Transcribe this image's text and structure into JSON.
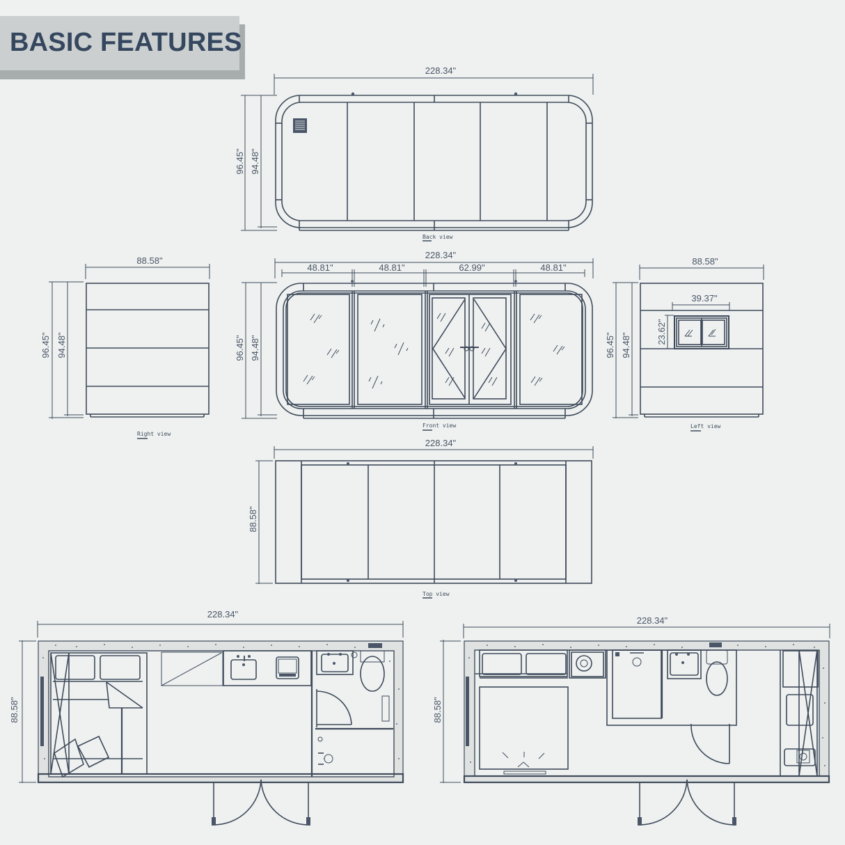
{
  "header": {
    "title": "BASIC FEATURES"
  },
  "colors": {
    "background": "#eef1f0",
    "header_box": "#cbcfcf",
    "header_shadow": "#a7acac",
    "title_text": "#35475f",
    "line": "#3f4a5a"
  },
  "back_view": {
    "label": "Back view",
    "width": "228.34\"",
    "height_outer": "96.45\"",
    "height_inner": "94.48\""
  },
  "front_view": {
    "label": "Front view",
    "width": "228.34\"",
    "segments": [
      "48.81\"",
      "48.81\"",
      "62.99\"",
      "48.81\""
    ],
    "height_outer": "96.45\"",
    "height_inner": "94.48\""
  },
  "right_view": {
    "label": "Right view",
    "width": "88.58\"",
    "height_outer": "96.45\"",
    "height_inner": "94.48\""
  },
  "left_view": {
    "label": "Left view",
    "width": "88.58\"",
    "window_width": "39.37\"",
    "window_height": "23.62\"",
    "height_outer": "96.45\"",
    "height_inner": "94.48\""
  },
  "top_view": {
    "label": "Top view",
    "width": "228.34\"",
    "depth": "88.58\""
  },
  "floor_plan_a": {
    "width": "228.34\"",
    "depth": "88.58\""
  },
  "floor_plan_b": {
    "width": "228.34\"",
    "depth": "88.58\""
  }
}
